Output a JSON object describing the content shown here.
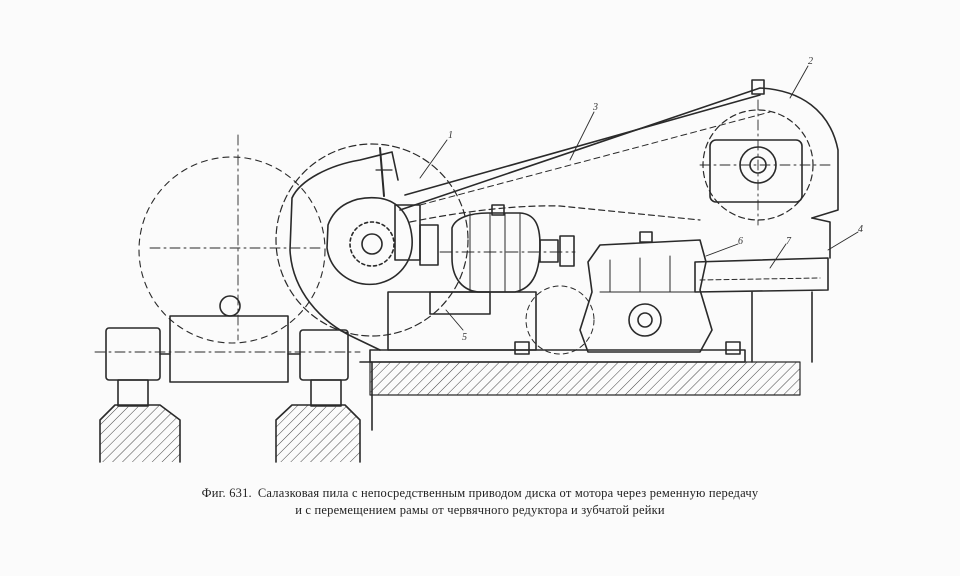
{
  "figure": {
    "callouts": [
      "1",
      "2",
      "3",
      "4",
      "5",
      "6",
      "7"
    ]
  },
  "caption": {
    "fig_number": "Фиг. 631.",
    "line1": "Салазковая пила с непосредственным приводом диска от мотора через ременную передачу",
    "line2": "и с перемещением рамы от червячного редуктора и зубчатой рейки"
  },
  "colors": {
    "ink": "#2a2a2a",
    "paper": "#fbfbfb"
  }
}
